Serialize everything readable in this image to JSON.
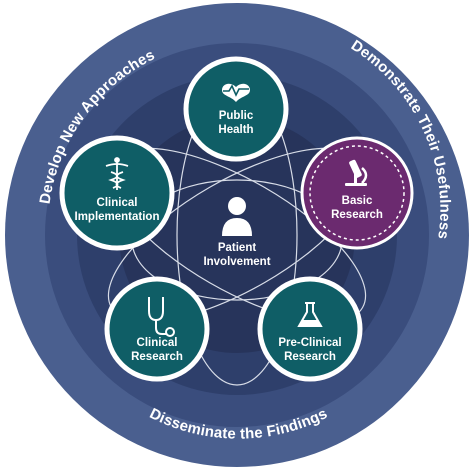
{
  "colors": {
    "outer_ring": "#4a5f8f",
    "middle_ring": "#3a4d7d",
    "inner_ring": "#2e3f6b",
    "core": "#27345b",
    "teal_node": "#0f5e66",
    "purple_node": "#6b2a6f",
    "node_stroke": "#ffffff",
    "orbit": "#d8dde8"
  },
  "ring": {
    "top_left": "Develop New Approaches",
    "top_right": "Demonstrate Their Usefulness",
    "bottom": "Disseminate the Findings"
  },
  "center": {
    "icon": "person-icon",
    "line1": "Patient",
    "line2": "Involvement"
  },
  "nodes": [
    {
      "icon": "heart-pulse-icon",
      "line1": "Public",
      "line2": "Health",
      "style": "teal"
    },
    {
      "icon": "microscope-icon",
      "line1": "Basic",
      "line2": "Research",
      "style": "purple"
    },
    {
      "icon": "flask-icon",
      "line1": "Pre-Clinical",
      "line2": "Research",
      "style": "teal"
    },
    {
      "icon": "stethoscope-icon",
      "line1": "Clinical",
      "line2": "Research",
      "style": "teal"
    },
    {
      "icon": "caduceus-icon",
      "line1": "Clinical",
      "line2": "Implementation",
      "style": "teal"
    }
  ]
}
